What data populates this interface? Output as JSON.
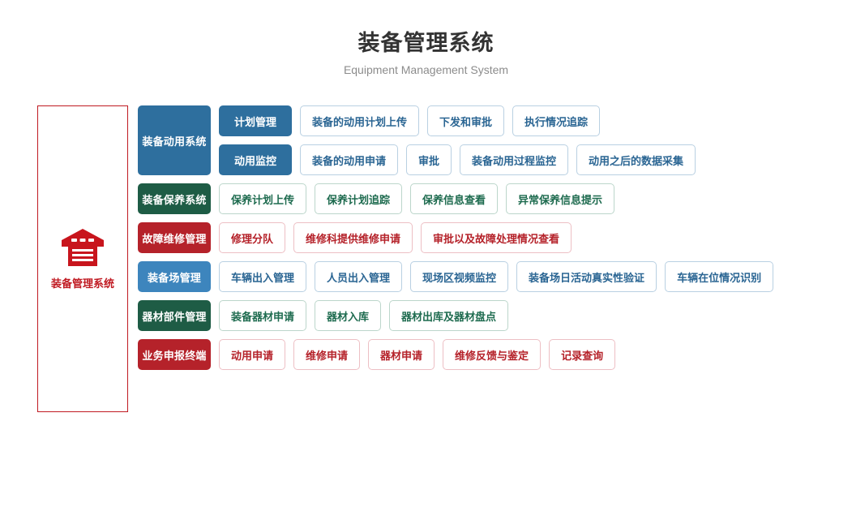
{
  "header": {
    "title": "装备管理系统",
    "subtitle": "Equipment Management System"
  },
  "hero": {
    "icon": "warehouse-icon",
    "label": "装备管理系统",
    "border_color": "#c01a22"
  },
  "colors": {
    "blue": "#2e6f9e",
    "light_blue": "#3d85bd",
    "green": "#1e5c45",
    "red": "#b5222a"
  },
  "rows": [
    {
      "theme": "t-blue",
      "category": "装备动用系统",
      "layout": "stacked",
      "subrows": [
        {
          "group": "计划管理",
          "items": [
            "装备的动用计划上传",
            "下发和审批",
            "执行情况追踪"
          ]
        },
        {
          "group": "动用监控",
          "items": [
            "装备的动用申请",
            "审批",
            "装备动用过程监控",
            "动用之后的数据采集"
          ]
        }
      ]
    },
    {
      "theme": "t-green",
      "category": "装备保养系统",
      "layout": "flat",
      "items": [
        "保养计划上传",
        "保养计划追踪",
        "保养信息查看",
        "异常保养信息提示"
      ]
    },
    {
      "theme": "t-red",
      "category": "故障维修管理",
      "layout": "flat",
      "items": [
        "修理分队",
        "维修科提供维修申请",
        "审批以及故障处理情况查看"
      ]
    },
    {
      "theme": "t-lblue",
      "category": "装备场管理",
      "layout": "flat",
      "items": [
        "车辆出入管理",
        "人员出入管理",
        "现场区视频监控",
        "装备场日活动真实性验证",
        "车辆在位情况识别"
      ]
    },
    {
      "theme": "t-green",
      "category": "器材部件管理",
      "layout": "flat",
      "items": [
        "装备器材申请",
        "器材入库",
        "器材出库及器材盘点"
      ]
    },
    {
      "theme": "t-red",
      "category": "业务申报终端",
      "layout": "flat",
      "items": [
        "动用申请",
        "维修申请",
        "器材申请",
        "维修反馈与鉴定",
        "记录查询"
      ]
    }
  ]
}
